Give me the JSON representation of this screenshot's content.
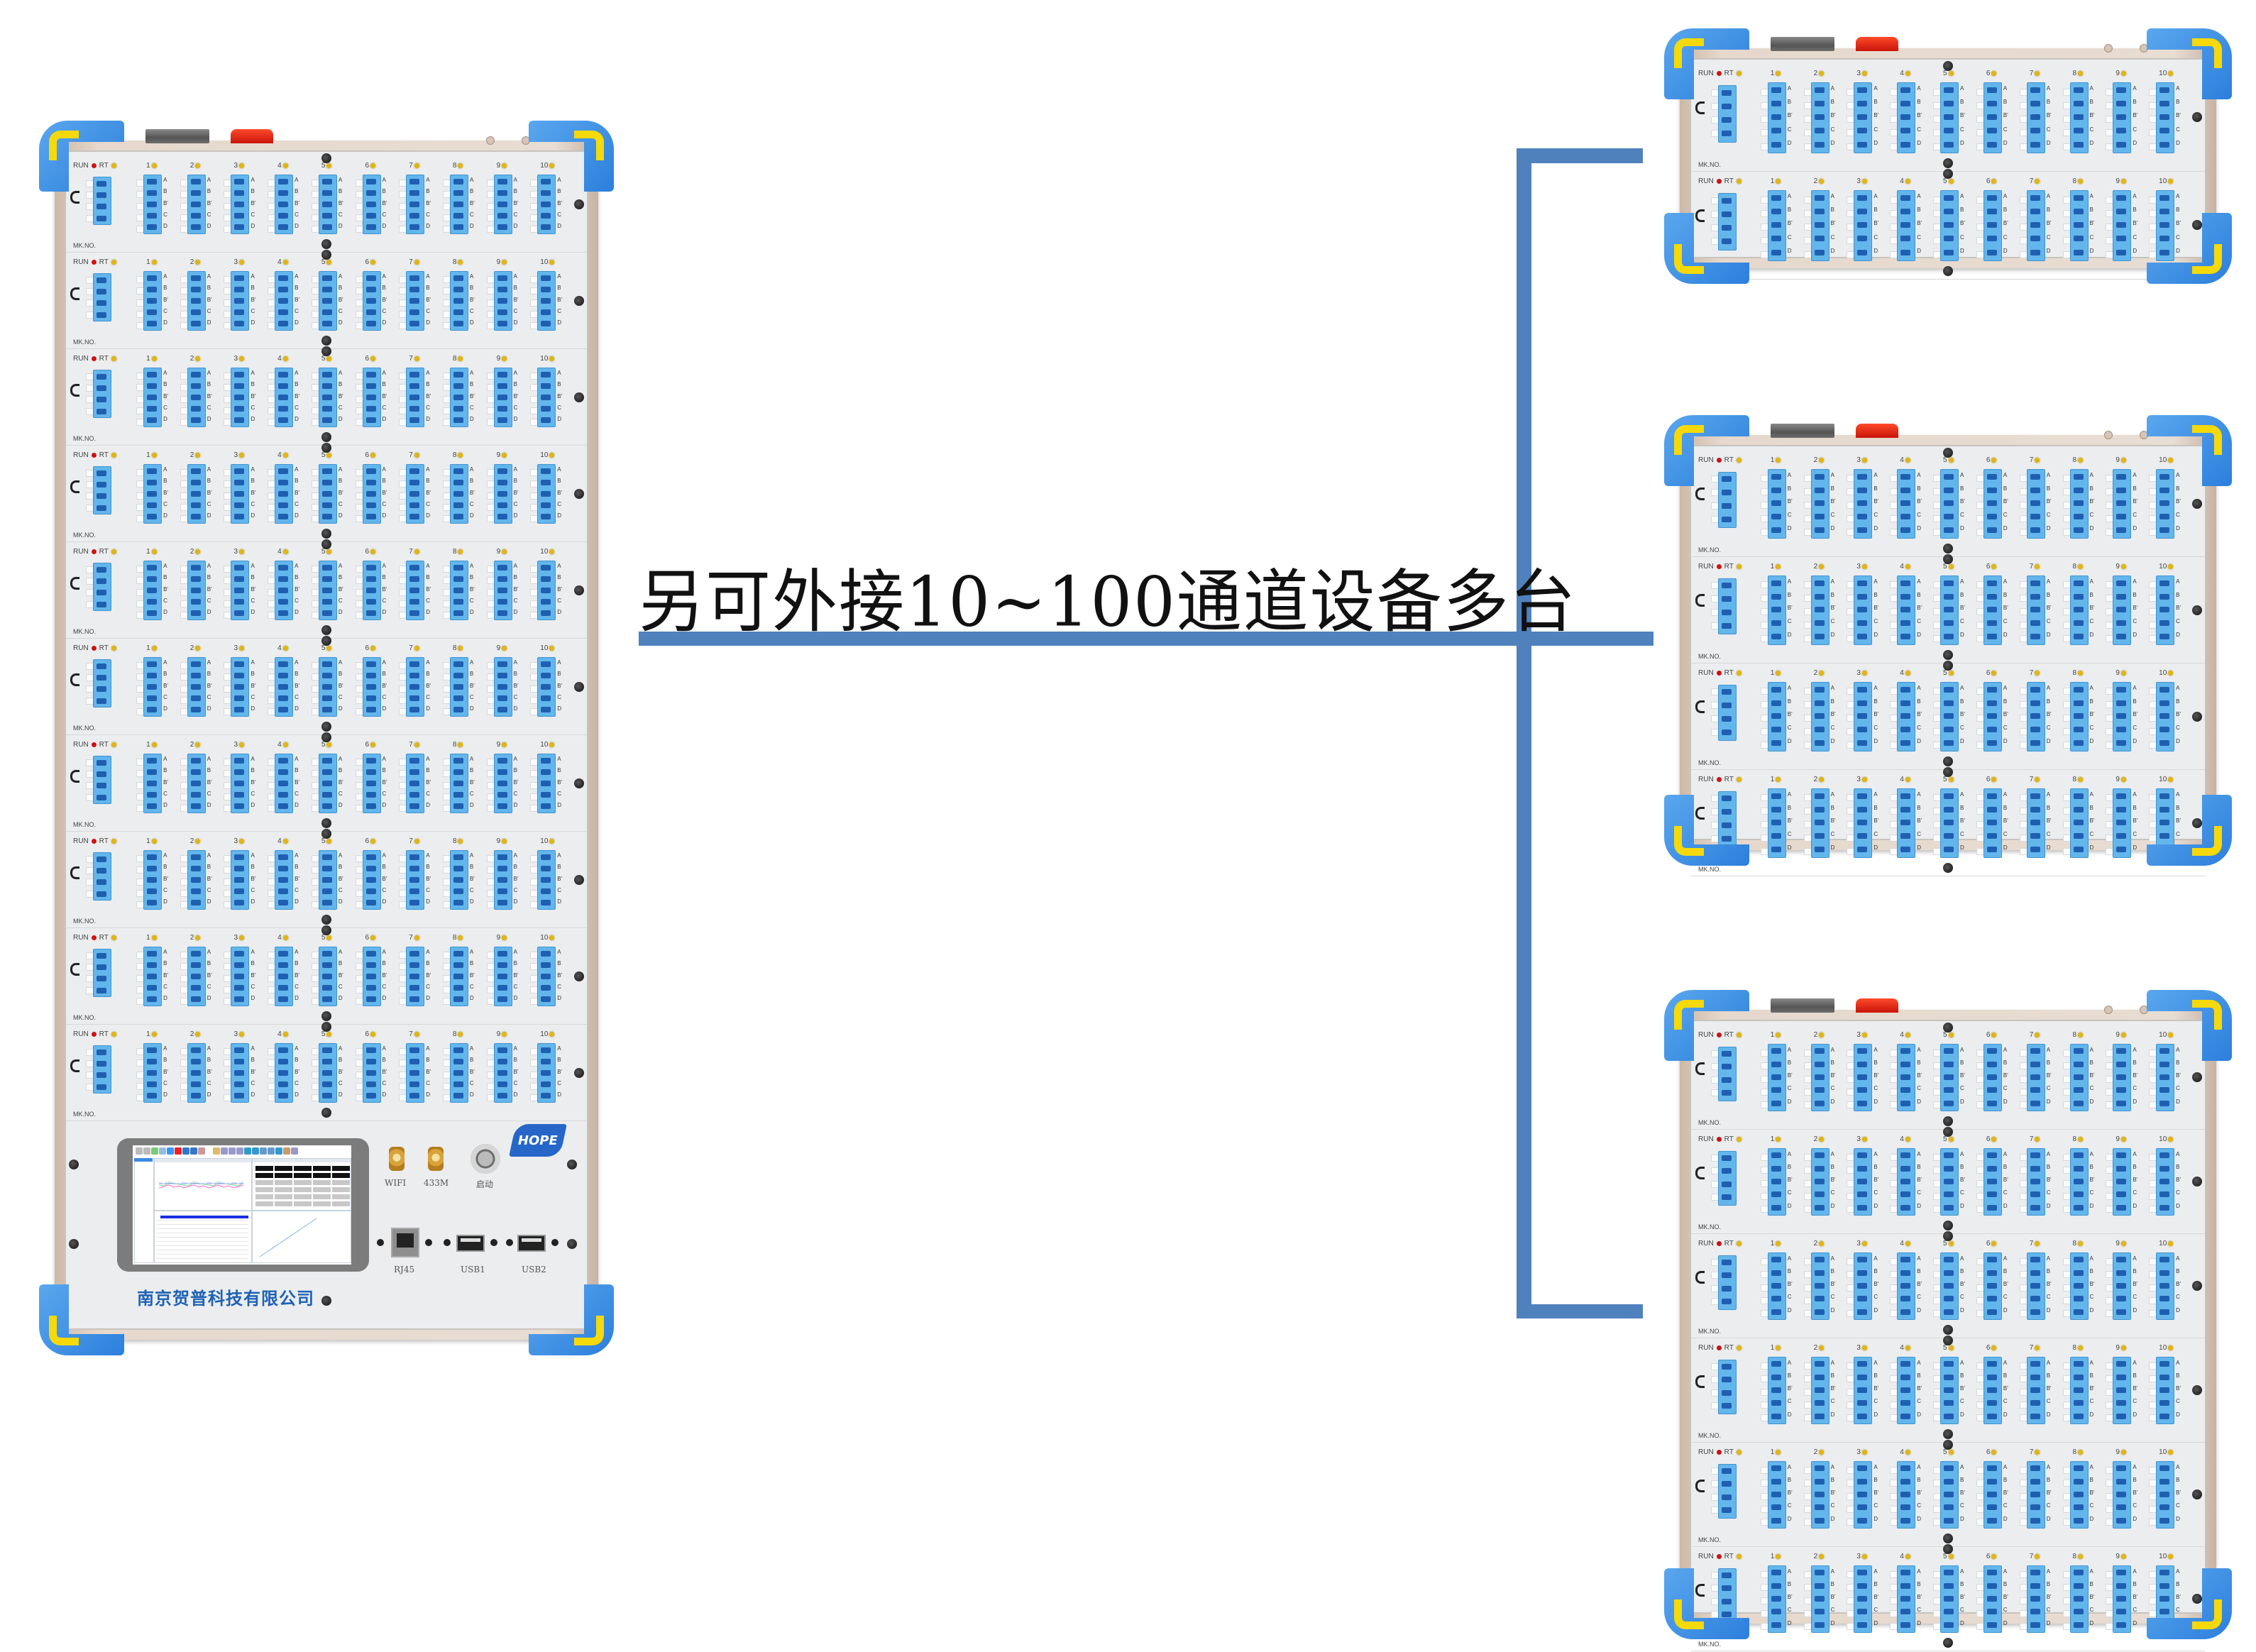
{
  "headline": "另可外接10~100通道设备多台",
  "colors": {
    "connector_line": "#4f81bd",
    "terminal_block": "#63b6ec",
    "terminal_slot": "#1f5fb0",
    "corner_guard": "#2c7fdc",
    "grip": "#f5d90a",
    "faceplate": "#ebedef",
    "company_text": "#1e62b5"
  },
  "module_row": {
    "run_label": "RUN",
    "rt_label": "RT",
    "channels": [
      "1",
      "2",
      "3",
      "4",
      "5",
      "6",
      "7",
      "8",
      "9",
      "10"
    ],
    "pins": [
      "A",
      "B",
      "B'",
      "C",
      "D"
    ],
    "mk_label": "MK.NO."
  },
  "devices": [
    {
      "id": "main-unit",
      "rows": 10,
      "has_control_panel": true
    },
    {
      "id": "expansion-unit-1",
      "rows": 2,
      "has_control_panel": false
    },
    {
      "id": "expansion-unit-2",
      "rows": 4,
      "has_control_panel": false
    },
    {
      "id": "expansion-unit-3",
      "rows": 6,
      "has_control_panel": false
    }
  ],
  "control_panel": {
    "logo": "HOPE",
    "antenna_labels": [
      "WIFI",
      "433M"
    ],
    "start_label": "启动",
    "ports": [
      "RJ45",
      "USB1",
      "USB2"
    ],
    "company": "南京贺普科技有限公司"
  }
}
